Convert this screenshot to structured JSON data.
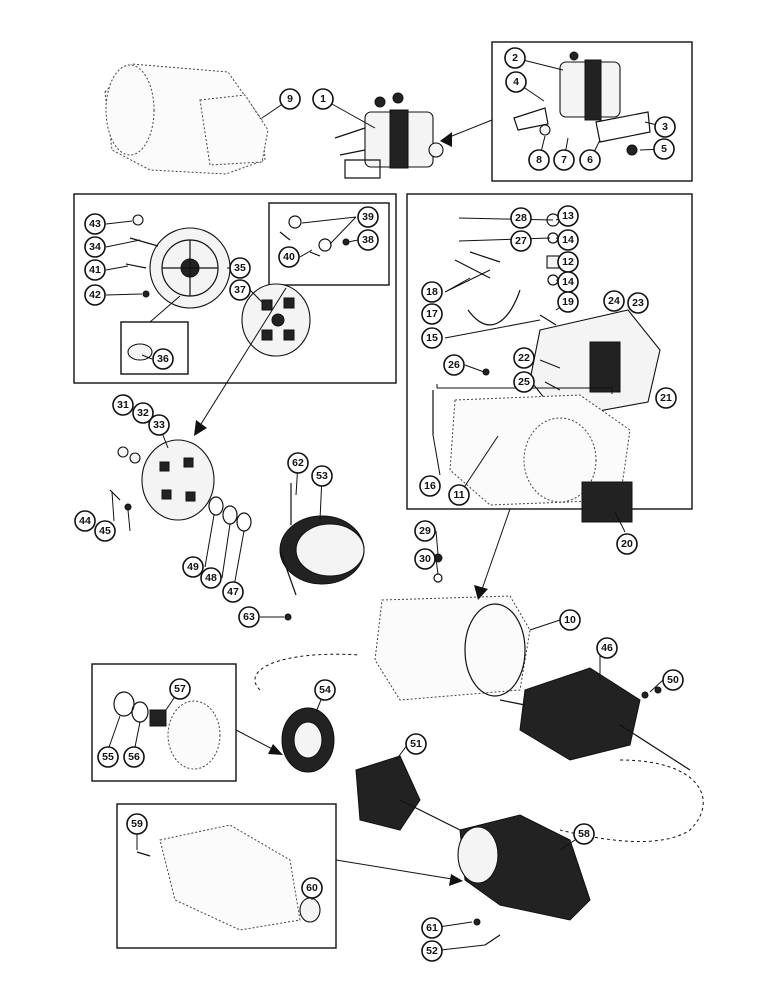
{
  "callouts": {
    "c1": "1",
    "c2": "2",
    "c3": "3",
    "c4": "4",
    "c5": "5",
    "c6": "6",
    "c7": "7",
    "c8": "8",
    "c9": "9",
    "c10": "10",
    "c11": "11",
    "c12": "12",
    "c13": "13",
    "c14a": "14",
    "c14b": "14",
    "c15": "15",
    "c16": "16",
    "c17": "17",
    "c18": "18",
    "c19": "19",
    "c20": "20",
    "c21": "21",
    "c22": "22",
    "c23": "23",
    "c24": "24",
    "c25": "25",
    "c26": "26",
    "c27": "27",
    "c28": "28",
    "c29": "29",
    "c30": "30",
    "c31": "31",
    "c32": "32",
    "c33": "33",
    "c34": "34",
    "c35": "35",
    "c36": "36",
    "c37": "37",
    "c38": "38",
    "c39": "39",
    "c40": "40",
    "c41": "41",
    "c42": "42",
    "c43": "43",
    "c44": "44",
    "c45": "45",
    "c46": "46",
    "c47": "47",
    "c48": "48",
    "c49": "49",
    "c50": "50",
    "c51": "51",
    "c52": "52",
    "c53": "53",
    "c54": "54",
    "c55": "55",
    "c56": "56",
    "c57": "57",
    "c58": "58",
    "c59": "59",
    "c60": "60",
    "c61": "61",
    "c62": "62",
    "c63": "63"
  },
  "parts": {
    "starter_motor_assembly": "starter-motor-icon",
    "solenoid": "solenoid-icon",
    "field_frame": "field-frame-icon",
    "armature": "armature-icon",
    "drive_housing": "drive-housing-icon",
    "drive_assembly": "drive-assembly-icon",
    "commutator_end_plate": "end-plate-icon",
    "brush_holder": "brush-holder-icon",
    "band_cover": "band-cover-icon",
    "field_coils": "field-coils-icon"
  },
  "colors": {
    "ink": "#111111",
    "paper": "#ffffff"
  }
}
